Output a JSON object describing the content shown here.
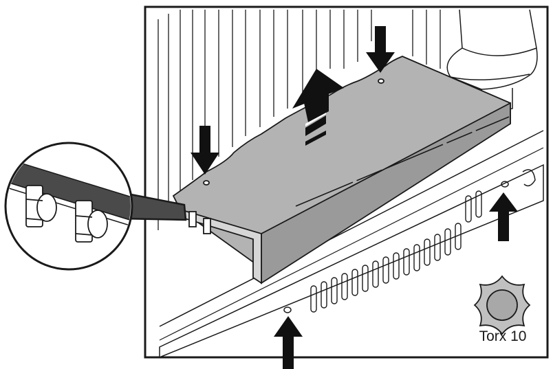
{
  "tool": {
    "label": "Torx 10",
    "icon": "torx-bit-icon"
  },
  "colors": {
    "line": "#1a1a1a",
    "cover_top": "#b3b3b3",
    "cover_side": "#9a9a9a",
    "magnifier_band": "#4a4a4a",
    "background": "#ffffff"
  },
  "arrows": {
    "press_down_count": 2,
    "press_up_count": 2,
    "lift_count": 1
  }
}
